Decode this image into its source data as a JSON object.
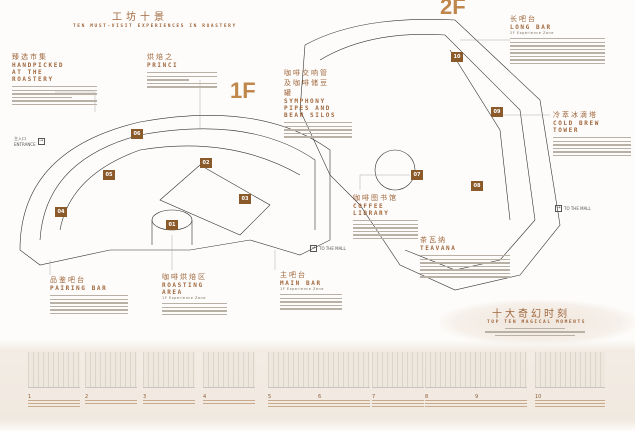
{
  "header": {
    "title_cn": "工坊十景",
    "title_en": "TEN MUST-VISIT EXPERIENCES IN ROASTERY"
  },
  "floors": {
    "f1": "1F",
    "f2": "2F"
  },
  "sections": [
    {
      "cn": "臻选市集",
      "en": "HANDPICKED AT THE ROASTERY"
    },
    {
      "cn": "烘焙之",
      "en": "PRINCI"
    },
    {
      "cn": "咖啡交响管及咖啡储豆罐",
      "en": "SYMPHONY PIPES AND BEAN SILOS"
    },
    {
      "cn": "长吧台",
      "en": "LONG BAR",
      "zone": "2F Experience Zone"
    },
    {
      "cn": "冷萃冰滴塔",
      "en": "COLD BREW TOWER"
    },
    {
      "cn": "咖啡图书馆",
      "en": "COFFEE LIBRARY"
    },
    {
      "cn": "茶瓦纳",
      "en": "TEAVANA"
    },
    {
      "cn": "品鉴吧台",
      "en": "PAIRING BAR"
    },
    {
      "cn": "咖啡烘焙区",
      "en": "ROASTING AREA",
      "zone": "1F Experience Zone"
    },
    {
      "cn": "主吧台",
      "en": "MAIN BAR",
      "zone": "1F Experience Zone"
    }
  ],
  "badges": [
    "01",
    "02",
    "03",
    "04",
    "05",
    "06",
    "07",
    "08",
    "09",
    "10"
  ],
  "exits": {
    "entrance_cn": "主入口",
    "entrance_en": "ENTRANCE",
    "to_mall": "TO THE MALL"
  },
  "moments": {
    "title_cn": "十大奇幻时刻",
    "title_en": "TOP TEN MAGICAL MOMENTS",
    "numbers": [
      "1",
      "2",
      "3",
      "4",
      "5",
      "6",
      "7",
      "8",
      "9",
      "10"
    ]
  },
  "colors": {
    "accent": "#a0673d",
    "badge": "#8b5a2b"
  }
}
